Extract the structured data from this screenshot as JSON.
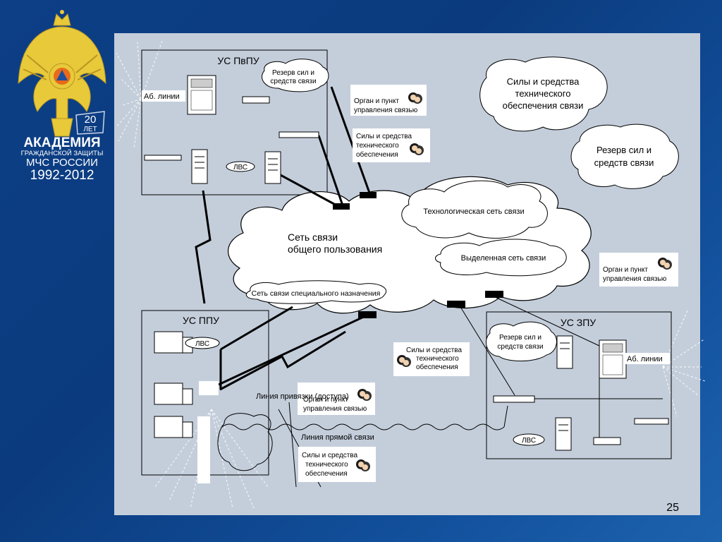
{
  "logo": {
    "academy_line1": "АКАДЕМИЯ",
    "academy_line2": "ГРАЖДАНСКОЙ ЗАЩИТЫ",
    "academy_line3": "МЧС РОССИИ",
    "years": "1992-2012",
    "anniversary_number": "20",
    "anniversary_word": "ЛЕТ"
  },
  "nodes": {
    "us_pvpu_title": "УС ПвПУ",
    "us_ppu_title": "УС ППУ",
    "us_zpu_title": "УС ЗПУ"
  },
  "labels": {
    "ab_lines": "Аб. линии",
    "lan": "ЛВС",
    "reserve_small_l1": "Резерв сил и",
    "reserve_small_l2": "средств связи",
    "control_l1": "Орган и пункт",
    "control_l2": "управления связью",
    "tech_small_l1": "Силы и средства",
    "tech_small_l2": "технического",
    "tech_small_l3": "обеспечения",
    "forces_tech_l1": "Силы и средства",
    "forces_tech_l2": "технического",
    "forces_tech_l3": "обеспечения связи",
    "reserve_big_l1": "Резерв сил и",
    "reserve_big_l2": "средств связи",
    "public_net_l1": "Сеть связи",
    "public_net_l2": "общего пользования",
    "tech_net": "Технологическая сеть связи",
    "dedicated_net": "Выделенная сеть связи",
    "special_net": "Сеть связи специального назначения",
    "access_line": "Линия привязки (доступа)",
    "direct_line": "Линия прямой связи"
  },
  "slide_number": "25",
  "colors": {
    "background": "#0d3f86",
    "slide": "#c4cedb",
    "cloud_fill": "#ffffff",
    "line": "#000000",
    "emblem_gold": "#e8c93a"
  }
}
